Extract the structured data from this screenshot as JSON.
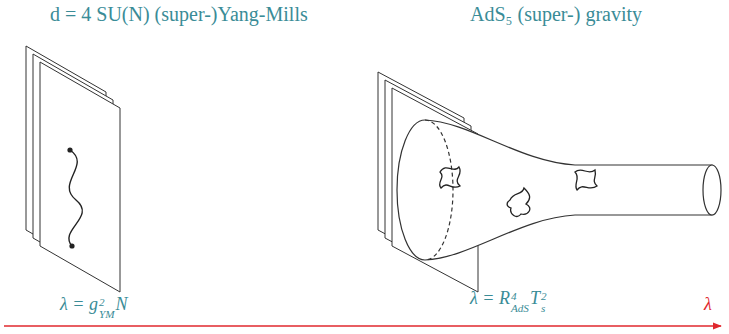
{
  "diagram": {
    "labels": [
      "d = 4 SU(N) (super-)Yang-Mills",
      "AdS₅ (super-) gravity",
      "λ = g",
      "2",
      "YM",
      "N",
      "λ = R",
      "4",
      "AdS",
      "T",
      "2",
      "s",
      "λ"
    ]
  }
}
